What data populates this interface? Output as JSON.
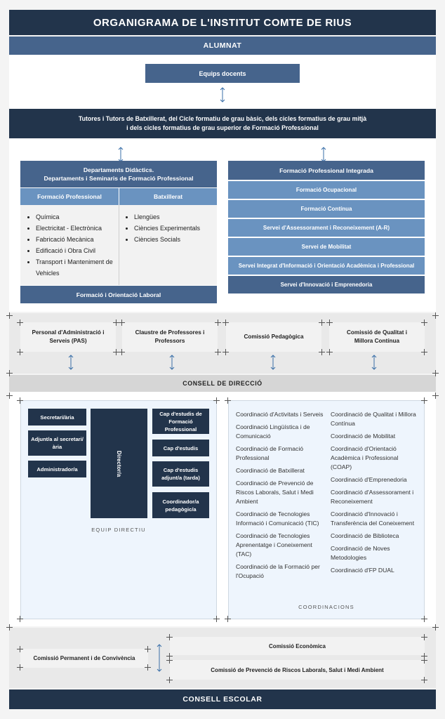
{
  "title": "ORGANIGRAMA DE L'INSTITUT COMTE DE RIUS",
  "alumnat": "ALUMNAT",
  "equips_docents": "Equips docents",
  "tutors": [
    "Tutores i Tutors de Batxillerat, del Cicle formatiu de grau bàsic, dels cicles formatius de grau mitjà",
    "i dels cicles formatius de grau superior de Formació Professional"
  ],
  "departaments": {
    "title": [
      "Departaments Didàctics.",
      "Departaments i Seminaris de Formació Professional"
    ],
    "fp_header": "Formació Professional",
    "batx_header": "Batxillerat",
    "fp_items": [
      "Química",
      "Electricitat - Electrònica",
      "Fabricació Mecànica",
      "Edificació i Obra Civil",
      "Transport i Manteniment de Vehicles"
    ],
    "batx_items": [
      "Llengües",
      "Ciències Experimentals",
      "Ciències Socials"
    ],
    "fol": "Formació i Orientació Laboral"
  },
  "fp_integrada": {
    "title": "Formació Professional Integrada",
    "items": [
      "Formació Ocupacional",
      "Formació Contínua",
      "Servei d'Assessorament i Reconeixement (A-R)",
      "Servei de Mobilitat",
      "Servei Integrat d'Informació i Orientació Acadèmica i Professional",
      "Servei d'Innovació i Emprenedoria"
    ]
  },
  "groups": [
    "Personal d'Administració i Serveis (PAS)",
    "Claustre de Professores i Professors",
    "Comissió Pedagògica",
    "Comissió de Qualitat i Millora Contínua"
  ],
  "consell_direccio": "CONSELL DE DIRECCIÓ",
  "equip_directiu": {
    "label": "EQUIP DIRECTIU",
    "left": [
      "Secretari/ària",
      "Adjunt/a al secretari/ària",
      "Administrador/a"
    ],
    "center": "Director/a",
    "right": [
      "Cap d'estudis de Formació Professional",
      "Cap d'estudis",
      "Cap d'estudis adjunt/a (tarda)",
      "Coordinador/a pedagògic/a"
    ]
  },
  "coordinacions": {
    "label": "COORDINACIONS",
    "col1": [
      "Coordinació d'Activitats i Serveis",
      "Coordinació Lingüística i de Comunicació",
      "Coordinació de Formació Professional",
      "Coordinació de Batxillerat",
      "Coordinació de Prevenció de Riscos Laborals, Salut i Medi Ambient",
      "Coordinació de Tecnologies Informació i Comunicació (TIC)",
      "Coordinació de Tecnologies Aprenentatge i Coneixement (TAC)",
      "Coordinació de la Formació per l'Ocupació"
    ],
    "col2": [
      "Coordinació de Qualitat i Millora Contínua",
      "Coordinació de Mobilitat",
      "Coordinació d'Orientació Acadèmica i Professional (COAP)",
      "Coordinació d'Emprenedoria",
      "Coordinació d'Assessorament i Reconeixement",
      "Coordinació d'Innovació i Transferència del Coneixement",
      "Coordinació de Biblioteca",
      "Coordinació de Noves Metodologies",
      "Coordinació d'FP DUAL"
    ]
  },
  "comissio_permanent": "Comissió Permanent i de Convivència",
  "comissio_economica": "Comissió Econòmica",
  "comissio_prevencio": "Comissió de Prevenció de Riscos Laborals, Salut i Medi Ambient",
  "consell_escolar": "CONSELL ESCOLAR"
}
